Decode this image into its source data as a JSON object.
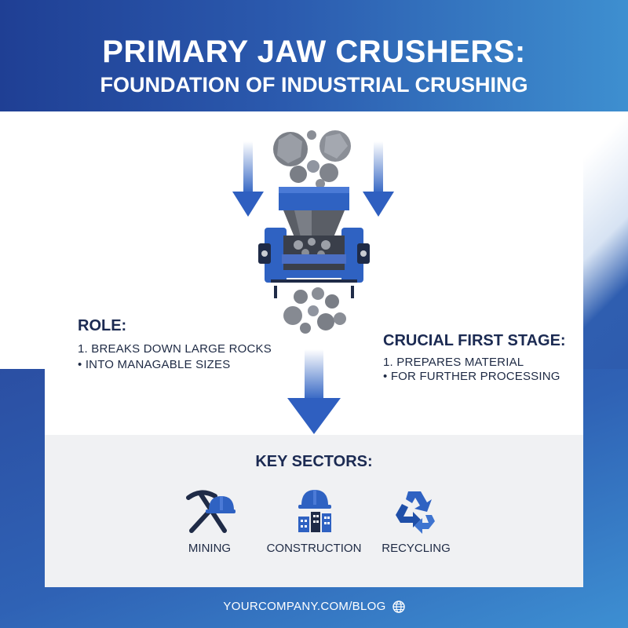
{
  "header": {
    "title": "PRIMARY JAW CRUSHERS:",
    "subtitle": "FOUNDATION OF INDUSTRIAL CRUSHING"
  },
  "role": {
    "heading": "ROLE:",
    "lines": [
      "1. BREAKS DOWN LARGE ROCKS",
      "• INTO MANAGABLE SIZES"
    ]
  },
  "first_stage": {
    "heading": "CRUCIAL FIRST STAGE:",
    "lines": [
      "1. PREPARES MATERIAL",
      "• FOR FURTHER PROCESSING"
    ]
  },
  "sectors": {
    "heading": "KEY SECTORS:",
    "items": [
      {
        "label": "MINING",
        "icon": "pickaxe-hardhat-icon"
      },
      {
        "label": "CONSTRUCTION",
        "icon": "hardhat-building-icon"
      },
      {
        "label": "RECYCLING",
        "icon": "recycle-icon"
      }
    ]
  },
  "footer": {
    "url": "YOURCOMPANY.COM/BLOG",
    "icon": "globe-icon"
  },
  "colors": {
    "brand_blue": "#2f62c2",
    "dark_navy": "#1b2a52",
    "rock_gray": "#8a8e96"
  }
}
